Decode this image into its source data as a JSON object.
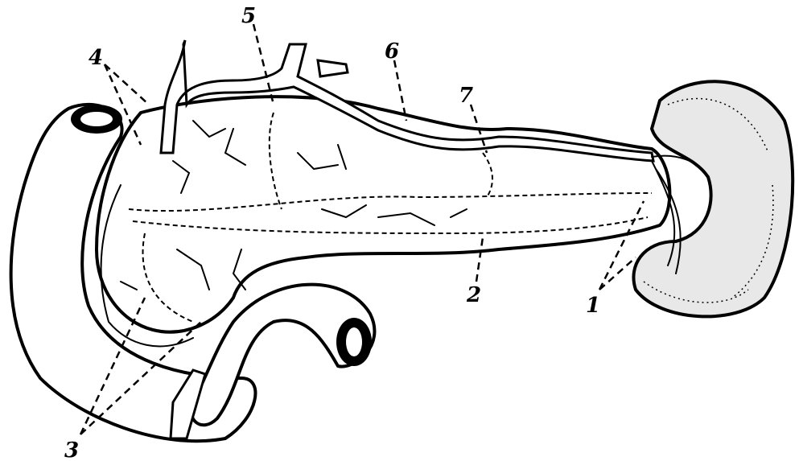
{
  "diagram": {
    "labels": {
      "l1": "1",
      "l2": "2",
      "l3": "3",
      "l4": "4",
      "l5": "5",
      "l6": "6",
      "l7": "7"
    }
  }
}
